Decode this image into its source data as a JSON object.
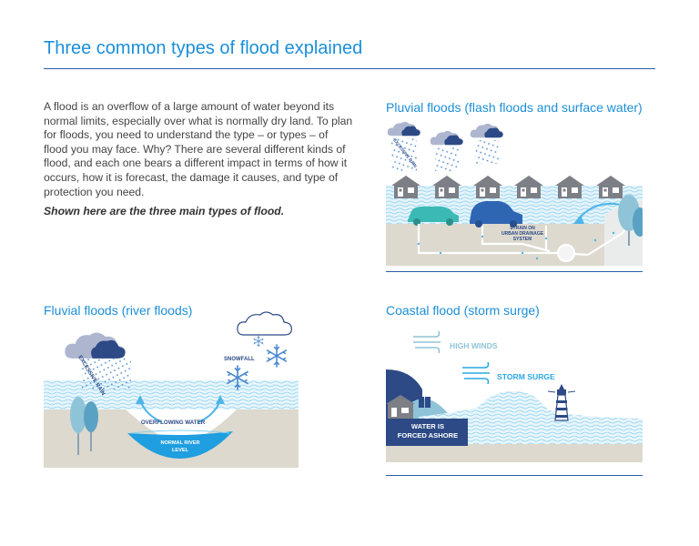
{
  "page": {
    "title": "Three common types of flood explained",
    "intro": "A flood is an overflow of a large amount of water beyond its normal limits, especially over what is normally dry land. To plan for floods, you need to understand the type – or types – of flood you may face. Why? There are several different kinds of flood, and each one bears a different impact in terms of how it occurs, how it is forecast, the damage it causes, and type of protection you need.",
    "intro_lead": "Shown here are the three main types of flood."
  },
  "pluvial": {
    "title": "Pluvial floods (flash floods and surface water)",
    "rain_label": "EXCESSIVE RAIN",
    "drainage_label_1": "STRAIN ON",
    "drainage_label_2": "URBAN DRAINAGE",
    "drainage_label_3": "SYSTEM"
  },
  "fluvial": {
    "title": "Fluvial floods (river floods)",
    "rain_label": "EXCESSIVE RAIN",
    "snow_label": "SNOWFALL",
    "overflow_label": "OVERFLOWING WATER",
    "river_label_1": "NORMAL RIVER",
    "river_label_2": "LEVEL"
  },
  "coastal": {
    "title": "Coastal flood (storm surge)",
    "winds_label": "HIGH WINDS",
    "surge_label": "STORM SURGE",
    "ashore_label_1": "WATER IS",
    "ashore_label_2": "FORCED ASHORE"
  },
  "colors": {
    "title_blue": "#1b8fd8",
    "rule_navy": "#2b5ca8",
    "navy": "#2d4a86",
    "light_blue": "#4fb4e6",
    "ground": "#ddd9ce",
    "house": "#7d7f86",
    "teal": "#3bbab5",
    "car_blue": "#2f66b3"
  }
}
